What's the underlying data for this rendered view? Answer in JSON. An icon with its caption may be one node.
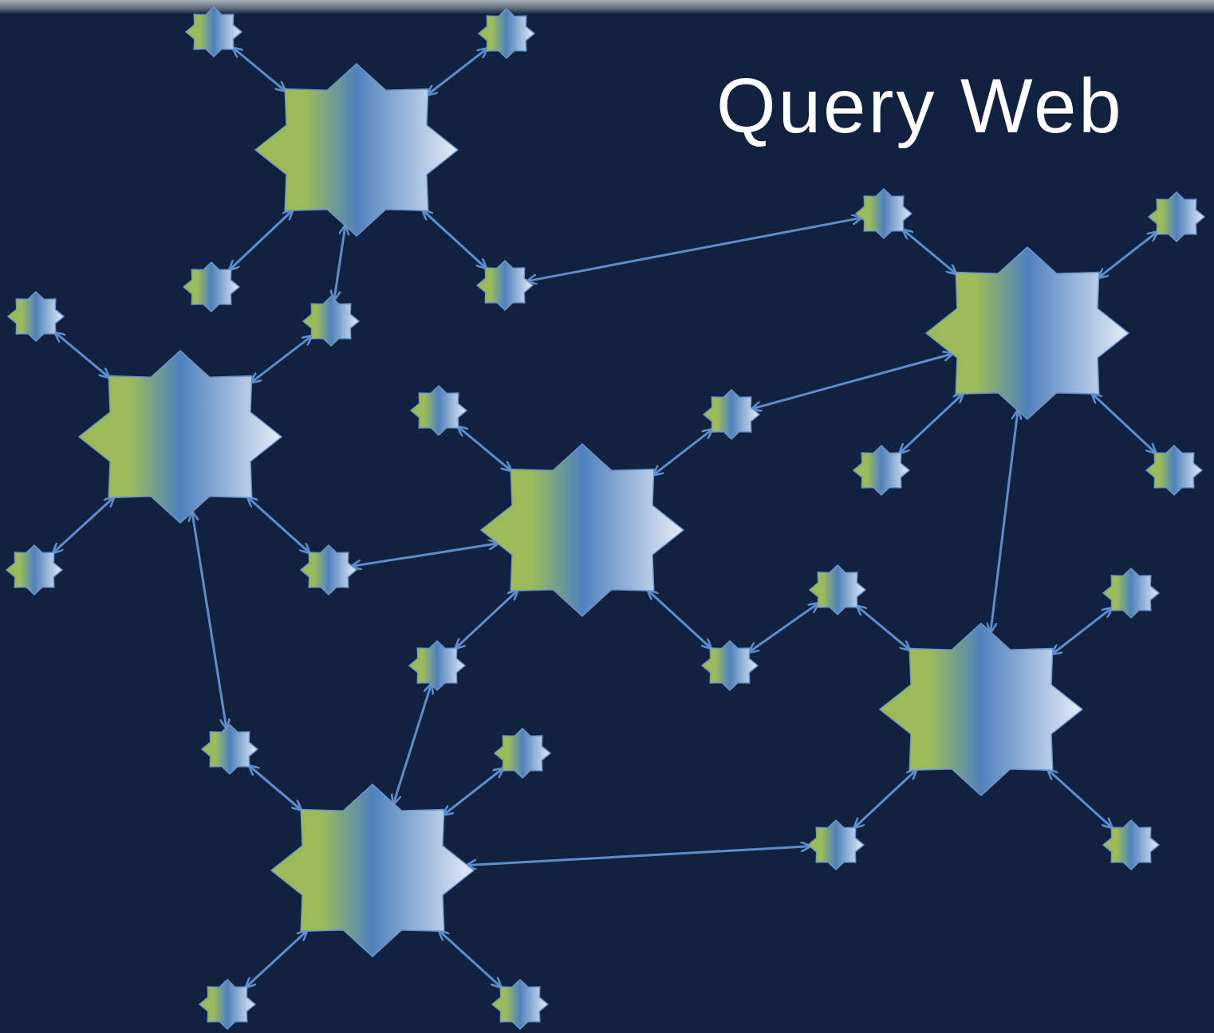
{
  "diagram": {
    "title": "Query Web",
    "nodes": [
      {
        "text": [],
        "shape": "star"
      },
      {
        "text": [],
        "shape": "star"
      },
      {
        "text": [],
        "shape": "star"
      },
      {
        "text": [],
        "shape": "star"
      },
      {
        "text": [],
        "shape": "star"
      },
      {
        "text": [],
        "shape": "star"
      },
      {
        "text": [],
        "shape": "star"
      },
      {
        "text": [],
        "shape": "star"
      },
      {
        "text": [],
        "shape": "star"
      },
      {
        "text": [],
        "shape": "star"
      },
      {
        "text": [],
        "shape": "star"
      },
      {
        "text": [],
        "shape": "star"
      },
      {
        "text": [],
        "shape": "star"
      },
      {
        "text": [],
        "shape": "star"
      },
      {
        "text": [],
        "shape": "star"
      },
      {
        "text": [],
        "shape": "star"
      },
      {
        "text": [],
        "shape": "star"
      },
      {
        "text": [],
        "shape": "star"
      },
      {
        "text": [],
        "shape": "star"
      },
      {
        "text": [],
        "shape": "star"
      },
      {
        "text": [],
        "shape": "star"
      },
      {
        "text": [],
        "shape": "star"
      },
      {
        "text": [],
        "shape": "star"
      },
      {
        "text": [],
        "shape": "star"
      },
      {
        "text": [],
        "shape": "star"
      },
      {
        "text": [],
        "shape": "star"
      },
      {
        "text": [],
        "shape": "star"
      },
      {
        "text": [],
        "shape": "star"
      },
      {
        "text": [],
        "shape": "star"
      },
      {
        "text": [],
        "shape": "star"
      }
    ],
    "edges": [
      {
        "from": 2,
        "to": 0,
        "arrow": "both"
      },
      {
        "from": 2,
        "to": 1,
        "arrow": "both"
      },
      {
        "from": 2,
        "to": 6,
        "arrow": "both"
      },
      {
        "from": 2,
        "to": 8,
        "arrow": "both"
      },
      {
        "from": 2,
        "to": 5,
        "arrow": "both"
      },
      {
        "from": 5,
        "to": 3,
        "arrow": "both"
      },
      {
        "from": 9,
        "to": 3,
        "arrow": "both"
      },
      {
        "from": 9,
        "to": 4,
        "arrow": "both"
      },
      {
        "from": 9,
        "to": 11,
        "arrow": "both"
      },
      {
        "from": 9,
        "to": 13,
        "arrow": "both"
      },
      {
        "from": 9,
        "to": 14,
        "arrow": "both"
      },
      {
        "from": 9,
        "to": 22,
        "arrow": "both"
      },
      {
        "from": 12,
        "to": 7,
        "arrow": "both"
      },
      {
        "from": 12,
        "to": 8,
        "arrow": "both"
      },
      {
        "from": 12,
        "to": 16,
        "arrow": "both"
      },
      {
        "from": 12,
        "to": 17,
        "arrow": "both"
      },
      {
        "from": 12,
        "to": 23,
        "arrow": "both"
      },
      {
        "from": 15,
        "to": 10,
        "arrow": "both"
      },
      {
        "from": 15,
        "to": 11,
        "arrow": "both"
      },
      {
        "from": 15,
        "to": 17,
        "arrow": "both"
      },
      {
        "from": 15,
        "to": 20,
        "arrow": "both"
      },
      {
        "from": 15,
        "to": 21,
        "arrow": "both"
      },
      {
        "from": 21,
        "to": 18,
        "arrow": "both"
      },
      {
        "from": 22,
        "to": 18,
        "arrow": "both"
      },
      {
        "from": 22,
        "to": 19,
        "arrow": "both"
      },
      {
        "from": 22,
        "to": 25,
        "arrow": "both"
      },
      {
        "from": 22,
        "to": 26,
        "arrow": "both"
      },
      {
        "from": 27,
        "to": 23,
        "arrow": "both"
      },
      {
        "from": 27,
        "to": 20,
        "arrow": "both"
      },
      {
        "from": 27,
        "to": 24,
        "arrow": "both"
      },
      {
        "from": 27,
        "to": 25,
        "arrow": "both"
      },
      {
        "from": 27,
        "to": 28,
        "arrow": "both"
      },
      {
        "from": 27,
        "to": 29,
        "arrow": "both"
      }
    ]
  }
}
